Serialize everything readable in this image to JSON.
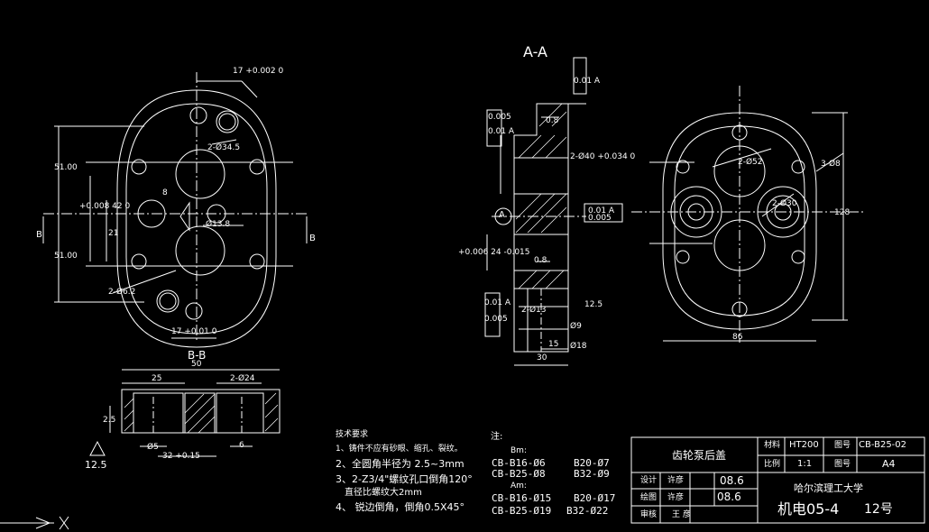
{
  "views": {
    "section_aa": "A-A",
    "section_bb": "B-B",
    "left_cut_mark": "B",
    "right_cut_mark": "B",
    "datum_a": "A"
  },
  "dims": {
    "front_top_tol": "17 +0.002 0",
    "front_holes": "2-Ø34.5",
    "front_bore": "Ø13.8",
    "front_dim_a": "51.00",
    "front_dim_b": "51.00",
    "front_dim_c": "+0.008 42 0",
    "front_dim_d": "21",
    "front_dim_e": "8",
    "front_small_hole": "2-Ø6.2",
    "front_bottom_tol": "17 +0.01 0",
    "bb_width": "50",
    "bb_left": "25",
    "bb_right": "2-Ø24",
    "bb_height": "2.5",
    "bb_small": "Ø5",
    "bb_bottom": "32 +0.15",
    "bb_right_small": "6",
    "roughness_global": "12.5",
    "aa_flat1": "0.01 A",
    "aa_flat2": "0.005",
    "aa_tol_top": "0.01 A",
    "aa_roughness_top": "0.8",
    "aa_d1": "2-Ø40 +0.034 0",
    "aa_d2": "+0.006 24 -0.015",
    "aa_d3": "0.8",
    "aa_d4": "2-Ø13",
    "aa_d5": "Ø9",
    "aa_d6": "12.5",
    "aa_d7": "15",
    "aa_d8": "30",
    "aa_d9": "Ø18",
    "aa_left_tol": "0.005",
    "aa_left_tol2": "0.01 A",
    "aa_side_tol1": "0.01 A",
    "aa_side_tol2": "0.005",
    "rv_d1": "2-Ø52",
    "rv_d2": "2-Ø30",
    "rv_d3": "3-Ø8",
    "rv_height": "128",
    "rv_width": "86"
  },
  "notes": {
    "title": "技术要求",
    "items": [
      "1、铸件不应有砂眼、缩孔、裂纹。",
      "2、全圆角半径为 2.5~3mm",
      "3、2-Z3/4\"螺纹孔口倒角120°",
      "直径比螺纹大2mm",
      "4、 锐边倒角，倒角0.5X45°"
    ]
  },
  "table_note": {
    "title": "注:",
    "header1": "Bm:",
    "row1a": "CB-B16-Ø6",
    "row1b": "B20-Ø7",
    "row2a": "CB-B25-Ø8",
    "row2b": "B32-Ø9",
    "header2": "Am:",
    "row3a": "CB-B16-Ø15",
    "row3b": "B20-Ø17",
    "row4a": "CB-B25-Ø19",
    "row4b": "B32-Ø22"
  },
  "title_block": {
    "part_name": "齿轮泵后盖",
    "material_label": "材料",
    "material": "HT200",
    "drawing_no_label": "图号",
    "drawing_no": "CB-B25-02",
    "scale_label": "比例",
    "scale": "1:1",
    "sheet_label": "图号",
    "sheet": "A4",
    "design_label": "设计",
    "design_name": "许彦",
    "design_date": "08.6",
    "draw_label": "绘图",
    "draw_name": "许彦",
    "draw_date": "08.6",
    "review_label": "审核",
    "review_name": "王 彦",
    "school": "哈尔滨理工大学",
    "class_code": "机电05-4",
    "student_no": "12号"
  }
}
